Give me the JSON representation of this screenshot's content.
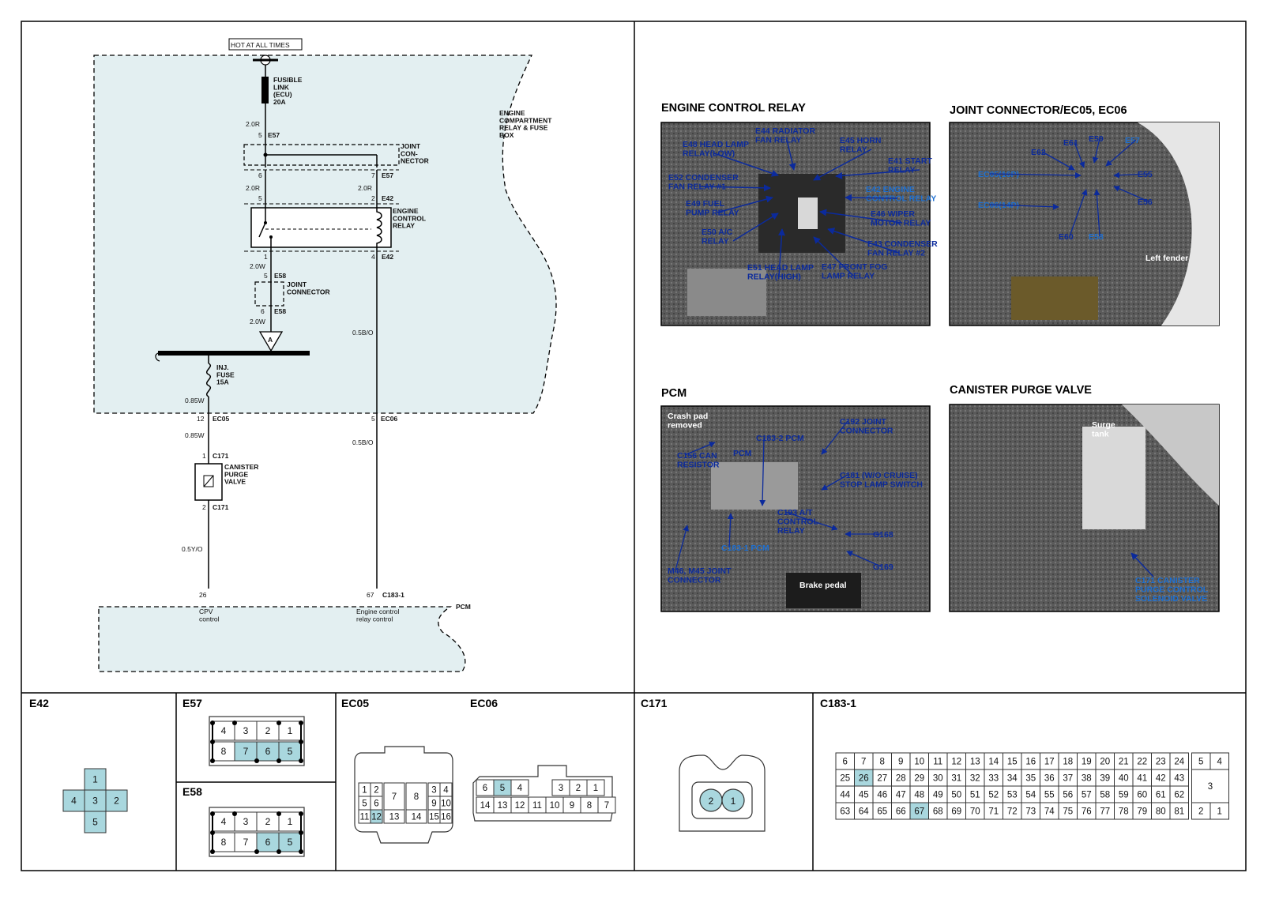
{
  "schematic": {
    "hot_label": "HOT AT ALL TIMES",
    "fusible_link": "FUSIBLE\nLINK\n(ECU)\n20A",
    "box_label": "ENGINE\nCOMPARTMENT\nRELAY & FUSE\nBOX",
    "joint_connector_1": "JOINT\nCON-\nNECTOR",
    "engine_control_relay": "ENGINE\nCONTROL\nRELAY",
    "joint_connector_2": "JOINT\nCONNECTOR",
    "inj_fuse": "INJ.\nFUSE\n15A",
    "canister": "CANISTER\nPURGE\nVALVE",
    "ground_symbol": "A",
    "pcm": "PCM",
    "cpv_control": "CPV\ncontrol",
    "ecr_control": "Engine control\nrelay control",
    "wires": {
      "w1": "2.0R",
      "w2": "2.0R",
      "w3": "2.0R",
      "w4": "2.0W",
      "w5": "2.0W",
      "w6": "0.5B/O",
      "w7": "0.85W",
      "w8": "0.85W",
      "w9": "0.5B/O",
      "w10": "0.5Y/O"
    },
    "connectors": {
      "c1": "E57",
      "c2": "E57",
      "c3": "E42",
      "c4": "E42",
      "c5": "E58",
      "c6": "E58",
      "c7": "EC05",
      "c8": "EC06",
      "c9": "C171",
      "c10": "C171",
      "c11": "C183-1"
    },
    "pins": {
      "p5a": "5",
      "p6": "6",
      "p7": "7",
      "p5b": "5",
      "p2": "2",
      "p1": "1",
      "p4": "4",
      "p5c": "5",
      "p6b": "6",
      "p12": "12",
      "p5d": "5",
      "p1b": "1",
      "p2b": "2",
      "p26": "26",
      "p67": "67"
    }
  },
  "photos": {
    "engine_control_relay": {
      "title": "ENGINE CONTROL RELAY",
      "labels": [
        "E48 HEAD LAMP\nRELAY(LOW)",
        "E44 RADIATOR\nFAN RELAY",
        "E45 HORN\nRELAY",
        "E41 START\nRELAY",
        "E52 CONDENSER\nFAN RELAY #1",
        "E42 ENGINE\nCONTROL RELAY",
        "E49 FUEL\nPUMP RELAY",
        "E46 WIPER\nMOTOR RELAY",
        "E50 A/C\nRELAY",
        "E43 CONDENSER\nFAN RELAY #2",
        "E51 HEAD LAMP\nRELAY(HIGH)",
        "E47 FRONT FOG\nLAMP RELAY"
      ]
    },
    "joint_connector": {
      "title": "JOINT CONNECTOR/EC05, EC06",
      "labels": [
        "E61",
        "E59",
        "E57",
        "E62",
        "EC05(16P)",
        "E55",
        "EC06(14P)",
        "E56",
        "E60",
        "E58",
        "Left fender"
      ]
    },
    "pcm": {
      "title": "PCM",
      "labels": [
        "Crash pad\nremoved",
        "C192 JOINT\nCONNECTOR",
        "C183-2 PCM",
        "C156 CAN\nRESISTOR",
        "PCM",
        "C181 (W/O CRUISE)\nSTOP LAMP SWITCH",
        "C193 A/T\nCONTROL\nRELAY",
        "G168",
        "C183-1 PCM",
        "M46, M45 JOINT\nCONNECTOR",
        "G169",
        "Brake pedal"
      ]
    },
    "canister": {
      "title": "CANISTER PURGE VALVE",
      "labels": [
        "Surge\ntank",
        "C171 CANISTER\nPURGE CONTROL\nSOLENOID VALVE"
      ]
    }
  },
  "connectors_row": {
    "e42": {
      "title": "E42",
      "pins": [
        "1",
        "4",
        "3",
        "2",
        "5"
      ]
    },
    "e57": {
      "title": "E57",
      "top": [
        "4",
        "3",
        "2",
        "1"
      ],
      "bottom": [
        "8",
        "7",
        "6",
        "5"
      ]
    },
    "e58": {
      "title": "E58",
      "top": [
        "4",
        "3",
        "2",
        "1"
      ],
      "bottom": [
        "8",
        "7",
        "6",
        "5"
      ]
    },
    "ec05": {
      "title": "EC05",
      "pins": [
        "1",
        "2",
        "3",
        "4",
        "5",
        "6",
        "7",
        "8",
        "9",
        "10",
        "11",
        "12",
        "13",
        "14",
        "15",
        "16"
      ]
    },
    "ec06": {
      "title": "EC06",
      "top": [
        "6",
        "5",
        "4",
        "3",
        "2",
        "1"
      ],
      "bottom": [
        "14",
        "13",
        "12",
        "11",
        "10",
        "9",
        "8",
        "7"
      ]
    },
    "c171": {
      "title": "C171",
      "pins": [
        "2",
        "1"
      ]
    },
    "c183": {
      "title": "C183-1",
      "row1": [
        "6",
        "7",
        "8",
        "9",
        "10",
        "11",
        "12",
        "13",
        "14",
        "15",
        "16",
        "17",
        "18",
        "19",
        "20",
        "21",
        "22",
        "23",
        "24",
        "5",
        "4"
      ],
      "row2": [
        "25",
        "26",
        "27",
        "28",
        "29",
        "30",
        "31",
        "32",
        "33",
        "34",
        "35",
        "36",
        "37",
        "38",
        "39",
        "40",
        "41",
        "42",
        "43"
      ],
      "row3": [
        "44",
        "45",
        "46",
        "47",
        "48",
        "49",
        "50",
        "51",
        "52",
        "53",
        "54",
        "55",
        "56",
        "57",
        "58",
        "59",
        "60",
        "61",
        "62"
      ],
      "row4": [
        "63",
        "64",
        "65",
        "66",
        "67",
        "68",
        "69",
        "70",
        "71",
        "72",
        "73",
        "74",
        "75",
        "76",
        "77",
        "78",
        "79",
        "80",
        "81",
        "2",
        "1"
      ],
      "big_pin": "3"
    }
  }
}
